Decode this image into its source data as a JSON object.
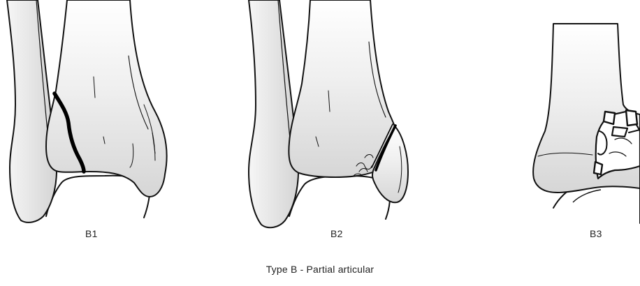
{
  "panels": [
    {
      "label": "B1"
    },
    {
      "label": "B2"
    },
    {
      "label": "B3"
    }
  ],
  "caption": "Type B - Partial articular",
  "colors": {
    "bone_fill": "#ececec",
    "bone_shadow": "#c9c9c9",
    "outline": "#111111",
    "fracture": "#000000",
    "background": "#ffffff"
  }
}
